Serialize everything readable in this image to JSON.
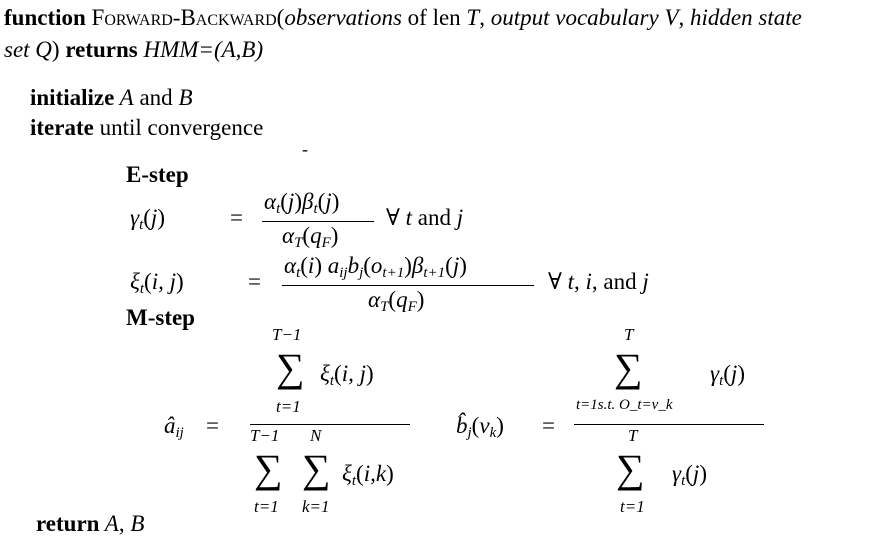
{
  "header": {
    "line1": [
      [
        "function",
        "b"
      ],
      [
        " Forward-Backward(",
        "sc"
      ],
      [
        "observations",
        "i"
      ],
      [
        " of len ",
        "n"
      ],
      [
        "T",
        "i"
      ],
      [
        ", ",
        "n"
      ],
      [
        "output vocabulary V",
        "i"
      ],
      [
        ", ",
        "n"
      ],
      [
        "hidden state",
        "i"
      ]
    ],
    "line2": [
      [
        "set Q",
        "i"
      ],
      [
        ") ",
        "n"
      ],
      [
        "returns",
        "b"
      ],
      [
        " HMM=(A,B)",
        "i"
      ]
    ]
  },
  "body": {
    "initialize": [
      [
        "initialize",
        "b"
      ],
      [
        " A",
        "i"
      ],
      [
        " and ",
        "n"
      ],
      [
        "B",
        "i"
      ]
    ],
    "iterate": [
      [
        "iterate",
        "b"
      ],
      [
        " until convergence",
        "n"
      ]
    ],
    "stray_mark": "-"
  },
  "estep": {
    "label": "E-step",
    "gamma_lhs": [
      [
        "γ",
        "i"
      ],
      [
        "t",
        "s"
      ],
      [
        "(",
        "n"
      ],
      [
        "j",
        "i"
      ],
      [
        ")",
        "n"
      ]
    ],
    "eq": "=",
    "gamma_num": [
      [
        "α",
        "i"
      ],
      [
        "t",
        "s"
      ],
      [
        "(",
        "n"
      ],
      [
        "j",
        "i"
      ],
      [
        ")",
        "n"
      ],
      [
        "β",
        "i"
      ],
      [
        "t",
        "s"
      ],
      [
        "(",
        "n"
      ],
      [
        "j",
        "i"
      ],
      [
        ")",
        "n"
      ]
    ],
    "gamma_den": [
      [
        "α",
        "i"
      ],
      [
        "T",
        "s"
      ],
      [
        "(",
        "n"
      ],
      [
        "q",
        "i"
      ],
      [
        "F",
        "s"
      ],
      [
        ")",
        "n"
      ]
    ],
    "gamma_cond": [
      [
        "∀ ",
        "n"
      ],
      [
        "t",
        "i"
      ],
      [
        " and ",
        "n"
      ],
      [
        "j",
        "i"
      ]
    ],
    "xi_lhs": [
      [
        "ξ",
        "i"
      ],
      [
        "t",
        "s"
      ],
      [
        "(",
        "n"
      ],
      [
        "i, j",
        "i"
      ],
      [
        ")",
        "n"
      ]
    ],
    "xi_num": [
      [
        "α",
        "i"
      ],
      [
        "t",
        "s"
      ],
      [
        "(",
        "n"
      ],
      [
        "i",
        "i"
      ],
      [
        ")",
        "n"
      ],
      [
        " a",
        "i"
      ],
      [
        "ij",
        "s"
      ],
      [
        "b",
        "i"
      ],
      [
        "j",
        "s"
      ],
      [
        "(",
        "n"
      ],
      [
        "o",
        "i"
      ],
      [
        "t+1",
        "s"
      ],
      [
        ")",
        "n"
      ],
      [
        "β",
        "i"
      ],
      [
        "t+1",
        "s"
      ],
      [
        "(",
        "n"
      ],
      [
        "j",
        "i"
      ],
      [
        ")",
        "n"
      ]
    ],
    "xi_den": [
      [
        "α",
        "i"
      ],
      [
        "T",
        "s"
      ],
      [
        "(",
        "n"
      ],
      [
        "q",
        "i"
      ],
      [
        "F",
        "s"
      ],
      [
        ")",
        "n"
      ]
    ],
    "xi_cond": [
      [
        "∀ ",
        "n"
      ],
      [
        "t",
        "i"
      ],
      [
        ", ",
        "n"
      ],
      [
        "i",
        "i"
      ],
      [
        ", and ",
        "n"
      ],
      [
        "j",
        "i"
      ]
    ]
  },
  "mstep": {
    "label": "M-step",
    "sum_symbol": "∑",
    "a_lhs": [
      [
        "â",
        "i"
      ],
      [
        "ij",
        "s"
      ]
    ],
    "eq": "=",
    "a_num_upper": "T−1",
    "a_num_lower": "t=1",
    "a_num_term": [
      [
        "ξ",
        "i"
      ],
      [
        "t",
        "s"
      ],
      [
        "(",
        "n"
      ],
      [
        "i, j",
        "i"
      ],
      [
        ")",
        "n"
      ]
    ],
    "a_den_upper1": "T−1",
    "a_den_lower1": "t=1",
    "a_den_upper2": "N",
    "a_den_lower2": "k=1",
    "a_den_term": [
      [
        "ξ",
        "i"
      ],
      [
        "t",
        "s"
      ],
      [
        "(",
        "n"
      ],
      [
        "i,k",
        "i"
      ],
      [
        ")",
        "n"
      ]
    ],
    "b_lhs": [
      [
        "b̂",
        "i"
      ],
      [
        "j",
        "s"
      ],
      [
        "(",
        "n"
      ],
      [
        "v",
        "i"
      ],
      [
        "k",
        "s"
      ],
      [
        ")",
        "n"
      ]
    ],
    "b_num_upper": "T",
    "b_num_lower": "t=1s.t.  O_t=v_k",
    "b_num_term": [
      [
        "γ",
        "i"
      ],
      [
        "t",
        "s"
      ],
      [
        "(",
        "n"
      ],
      [
        "j",
        "i"
      ],
      [
        ")",
        "n"
      ]
    ],
    "b_den_upper": "T",
    "b_den_lower": "t=1",
    "b_den_term": [
      [
        "γ",
        "i"
      ],
      [
        "t",
        "s"
      ],
      [
        "(",
        "n"
      ],
      [
        "j",
        "i"
      ],
      [
        ")",
        "n"
      ]
    ]
  },
  "footer": {
    "return": [
      [
        "return",
        "b"
      ],
      [
        " A",
        "i"
      ],
      [
        ", ",
        "n"
      ],
      [
        "B",
        "i"
      ]
    ]
  }
}
